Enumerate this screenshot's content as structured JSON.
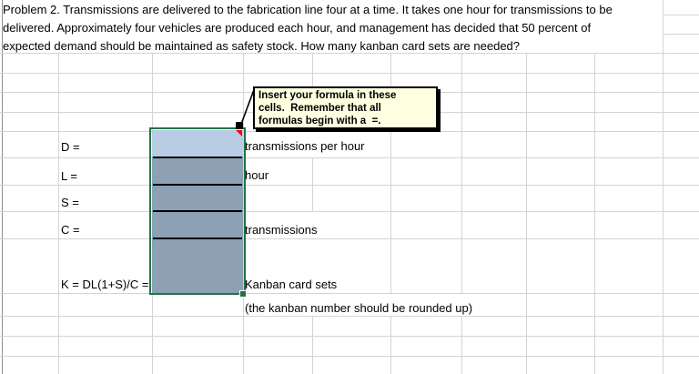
{
  "problem_statement": {
    "lines": [
      "Problem 2. Transmissions are delivered to the fabrication line four at a time. It takes one hour for transmissions to be",
      "delivered. Approximately four vehicles are produced each hour, and management has decided that 50 percent of",
      "expected demand should be maintained as safety stock. How many kanban card sets are needed?"
    ]
  },
  "comment_note": {
    "lines": [
      "Insert your formula in these",
      "cells.  Remember that all",
      "formulas begin with a  =."
    ]
  },
  "worksheet": {
    "form_rows": [
      {
        "label": "D =",
        "unit": "transmissions per hour",
        "value": ""
      },
      {
        "label": "L =",
        "unit": "hour",
        "value": ""
      },
      {
        "label": "S =",
        "unit": "",
        "value": ""
      },
      {
        "label": "C =",
        "unit": "transmissions",
        "value": ""
      },
      {
        "label": "K = DL(1+S)/C =",
        "unit": "Kanban card sets",
        "value": ""
      }
    ],
    "footnote": "(the kanban number should be rounded up)"
  },
  "colors": {
    "grid_line": "#d4d4d4",
    "sheet_edge": "#8f8f8f",
    "cell_fill_light": "#b8cce4",
    "cell_fill_dark": "#8ea0b3",
    "selection_green": "#217346",
    "comment_bg": "#ffffe1",
    "comment_border": "#000000",
    "indicator_red": "#ff0000",
    "text_color": "#000000"
  }
}
